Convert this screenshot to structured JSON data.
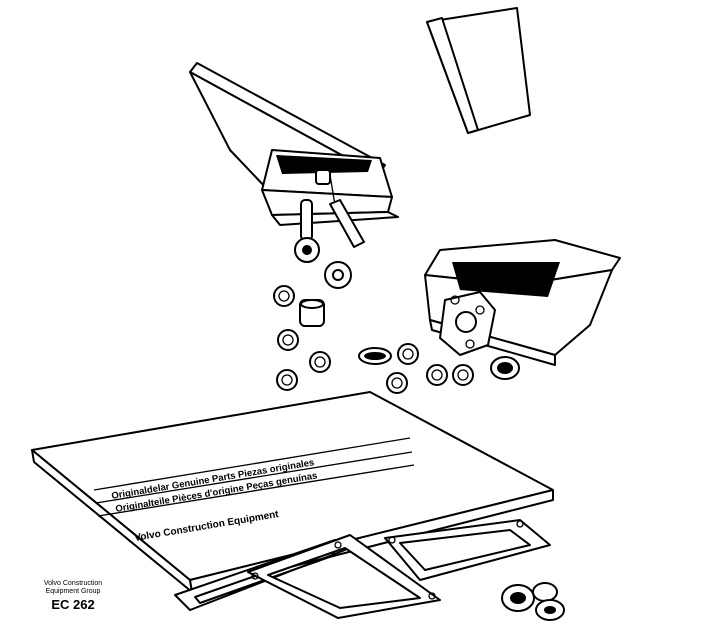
{
  "illustration": {
    "book_lines": [
      "Originaldelar Genuine Parts Piezas originales",
      "Originalteile Pièces d'origine Peças genuínas",
      "Volvo Construction Equipment"
    ]
  },
  "caption": {
    "company_line1": "Volvo Construction",
    "company_line2": "Equipment Group",
    "code": "EC 262"
  }
}
